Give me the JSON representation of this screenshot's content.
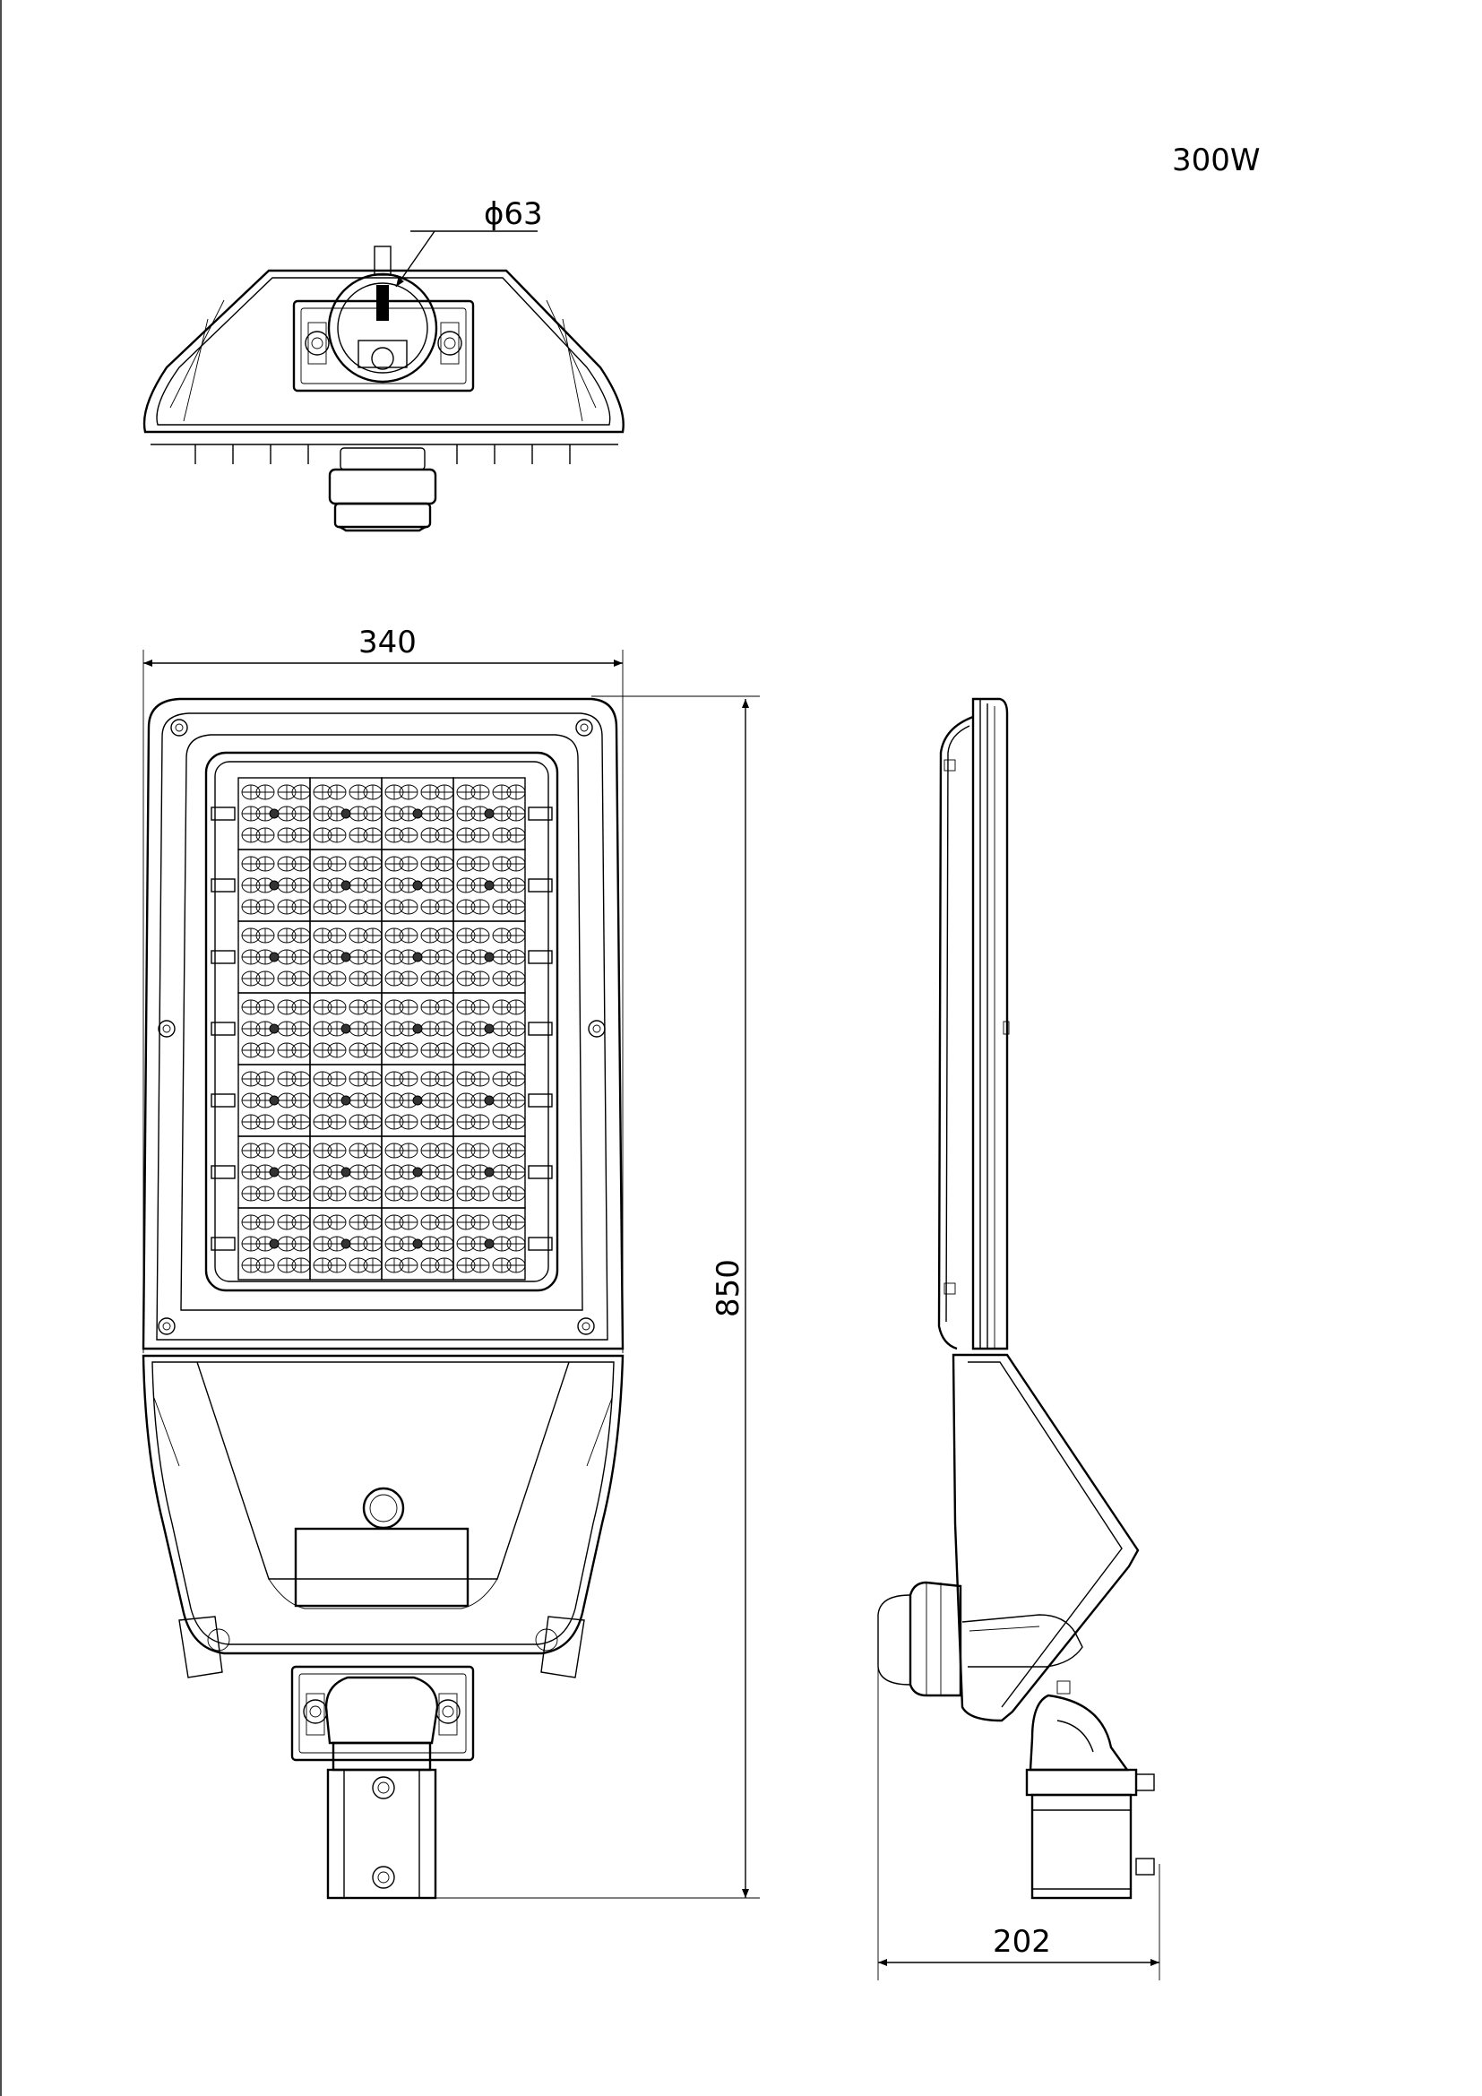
{
  "drawing": {
    "power_label": "300W",
    "top_view": {
      "pole_diameter_label": "ϕ63"
    },
    "front_view": {
      "width_label": "340",
      "length_label": "850"
    },
    "side_view": {
      "depth_label": "202"
    },
    "led_array": {
      "rows": 7,
      "modules_per_row": 4
    }
  }
}
